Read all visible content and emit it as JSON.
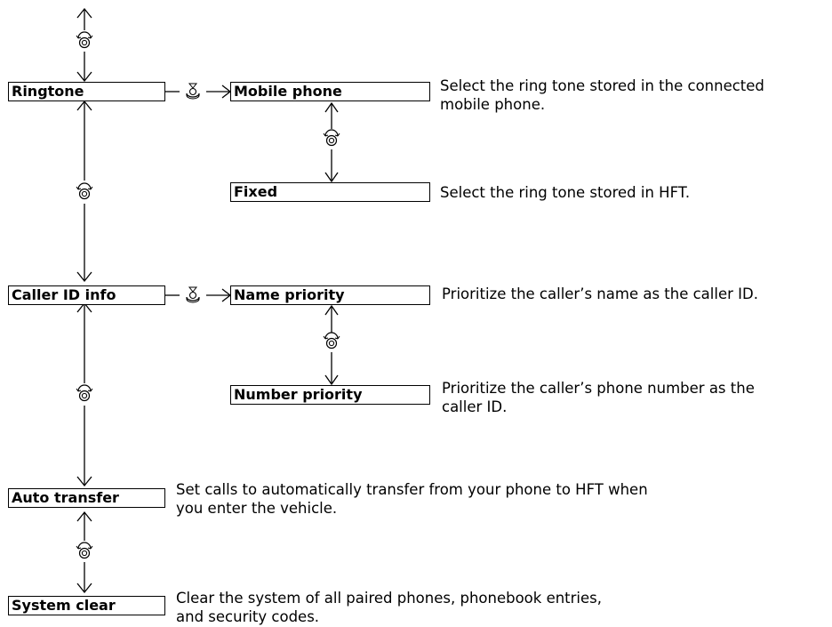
{
  "menu": {
    "ringtone": {
      "label": "Ringtone",
      "options": [
        {
          "label": "Mobile phone",
          "desc": [
            "Select the ring tone stored in the connected",
            "mobile phone."
          ]
        },
        {
          "label": "Fixed",
          "desc": [
            "Select the ring tone stored in HFT."
          ]
        }
      ]
    },
    "caller_id": {
      "label": "Caller ID info",
      "options": [
        {
          "label": "Name priority",
          "desc": [
            "Prioritize the caller’s name as the caller ID."
          ]
        },
        {
          "label": "Number priority",
          "desc": [
            "Prioritize the caller’s phone number as the",
            "caller ID."
          ]
        }
      ]
    },
    "auto_transfer": {
      "label": "Auto transfer",
      "desc": [
        "Set calls to automatically transfer from your phone to HFT when",
        "you enter the vehicle."
      ]
    },
    "system_clear": {
      "label": "System clear",
      "desc": [
        "Clear the system of all paired phones, phonebook entries,",
        "and security codes."
      ]
    }
  },
  "icons": {
    "rotate": "rotate-knob-icon",
    "press": "press-knob-icon"
  }
}
